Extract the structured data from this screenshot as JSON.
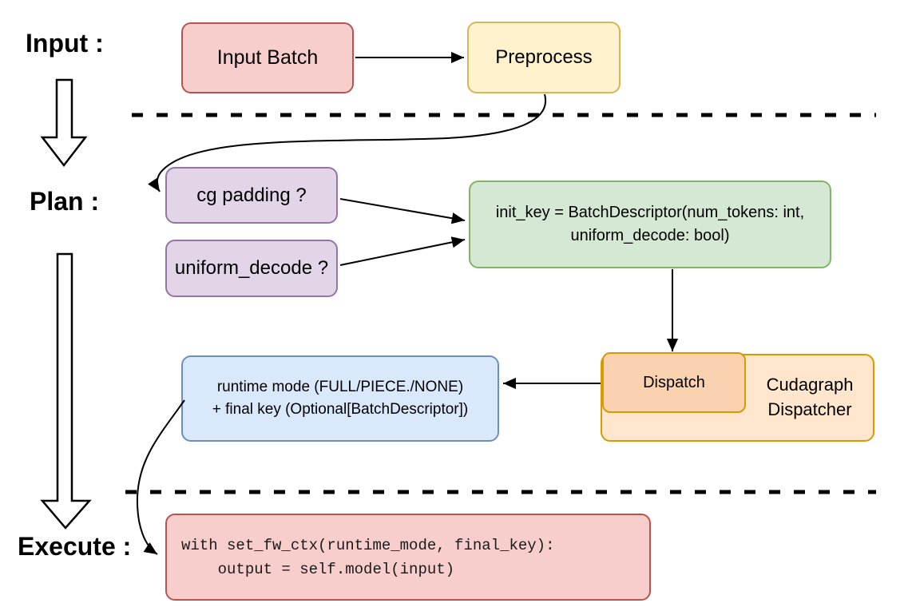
{
  "stages": {
    "input": "Input :",
    "plan": "Plan :",
    "execute": "Execute :"
  },
  "nodes": {
    "input_batch": "Input Batch",
    "preprocess": "Preprocess",
    "cg_padding": "cg padding ?",
    "uniform_decode": "uniform_decode ?",
    "init_key": {
      "line1": "init_key = BatchDescriptor(num_tokens: int,",
      "line2": "uniform_decode: bool)"
    },
    "dispatch": "Dispatch",
    "cudagraph_dispatcher": {
      "line1": "Cudagraph",
      "line2": "Dispatcher"
    },
    "runtime_mode": {
      "line1": "runtime mode (FULL/PIECE./NONE)",
      "line2": "+ final key (Optional[BatchDescriptor])"
    },
    "execute_code": {
      "line1": "with set_fw_ctx(runtime_mode, final_key):",
      "line2": "    output = self.model(input)"
    }
  },
  "colors": {
    "red_fill": "#f8cecc",
    "red_stroke": "#b85450",
    "yellow_fill": "#fff2cc",
    "yellow_stroke": "#d6b656",
    "purple_fill": "#e1d5e7",
    "purple_stroke": "#9673a6",
    "green_fill": "#d5e8d4",
    "green_stroke": "#82b366",
    "blue_fill": "#dae8fc",
    "blue_stroke": "#6c8ebf",
    "orange_outer_fill": "#ffe6cc",
    "orange_inner_fill": "#fad2b0",
    "orange_stroke": "#d79b00",
    "connector": "#000000"
  }
}
